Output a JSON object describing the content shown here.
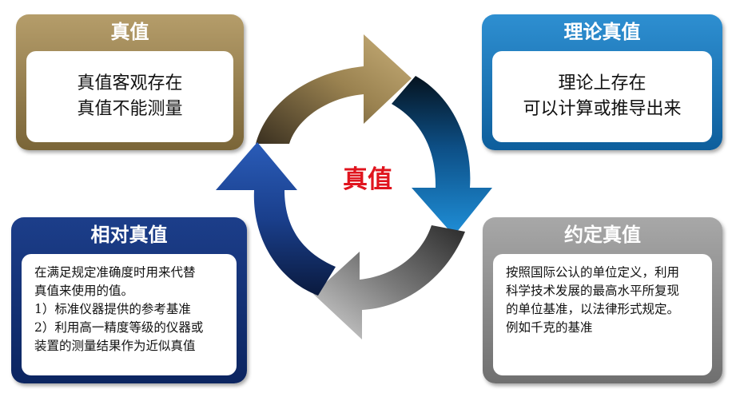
{
  "center_label": "真值",
  "cards": {
    "top_left": {
      "title": "真值",
      "lines": [
        "真值客观存在",
        "真值不能测量"
      ]
    },
    "top_right": {
      "title": "理论真值",
      "lines": [
        "理论上存在",
        "可以计算或推导出来"
      ]
    },
    "bottom_left": {
      "title": "相对真值",
      "lines": [
        "在满足规定准确度时用来代替",
        "真值来使用的值。",
        "1）标准仪器提供的参考基准",
        "2）利用高一精度等级的仪器或",
        "装置的测量结果作为近似真值"
      ]
    },
    "bottom_right": {
      "title": "约定真值",
      "lines": [
        "按照国际公认的单位定义，利用",
        "科学技术发展的最高水平所复现",
        "的单位基准，以法律形式规定。",
        "例如千克的基准"
      ]
    }
  },
  "colors": {
    "gold": "#a8915c",
    "blue": "#1a7fc4",
    "navy": "#163a84",
    "gray": "#9a9a9a",
    "center": "#e0141e"
  }
}
